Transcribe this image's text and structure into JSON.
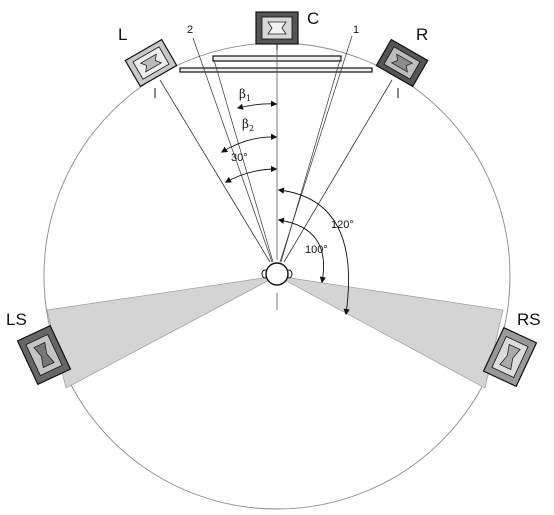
{
  "diagram": {
    "speakers": {
      "left": "L",
      "center": "C",
      "right": "R",
      "left_surround": "LS",
      "right_surround": "RS"
    },
    "lines": {
      "line_1": "1",
      "line_2": "2"
    },
    "angles": {
      "beta_1_symbol": "β",
      "beta_1_sub": "1",
      "beta_2_symbol": "β",
      "beta_2_sub": "2",
      "thirty": "30°",
      "one_twenty": "120°",
      "one_hundred": "100°"
    }
  }
}
